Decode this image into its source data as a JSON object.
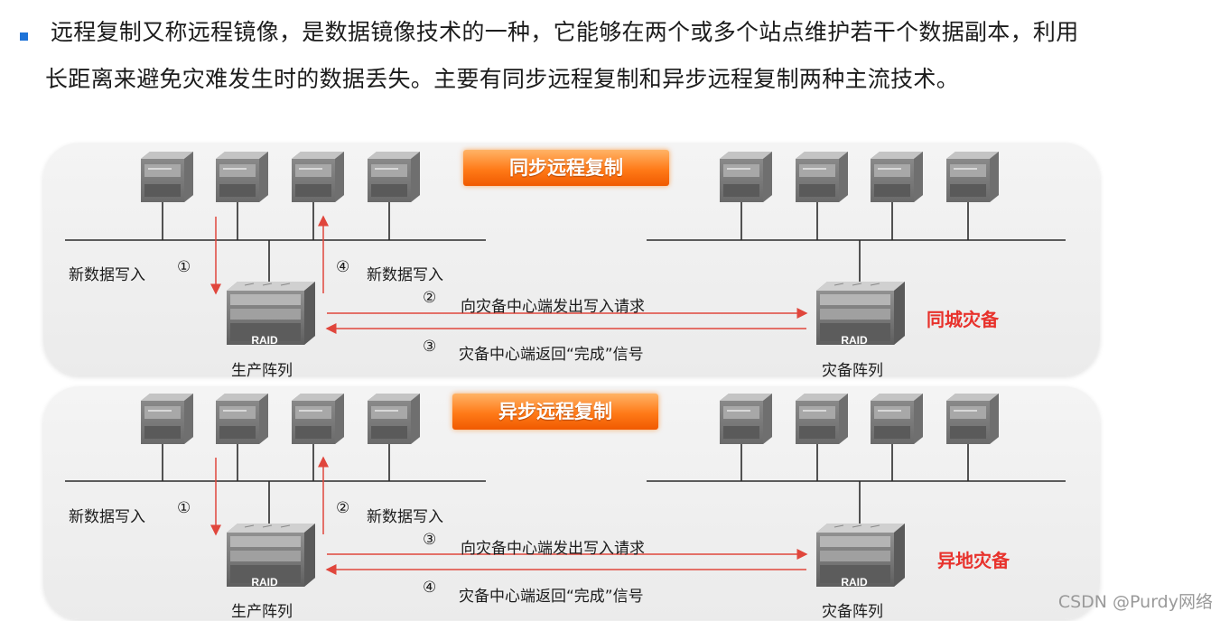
{
  "intro": {
    "line1": "远程复制又称远程镜像，是数据镜像技术的一种，它能够在两个或多个站点维护若干个数据副本，利用",
    "line2": "长距离来避免灾难发生时的数据丢失。主要有同步远程复制和异步远程复制两种主流技术。"
  },
  "sync": {
    "title": "同步远程复制",
    "step1_num": "①",
    "step1_text": "新数据写入",
    "step4_num": "④",
    "step4_text": "新数据写入",
    "step2_num": "②",
    "step2_text": "向灾备中心端发出写入请求",
    "step3_num": "③",
    "step3_text": "灾备中心端返回“完成”信号",
    "prod_array": "生产阵列",
    "dr_array": "灾备阵列",
    "site": "同城灾备"
  },
  "async": {
    "title": "异步远程复制",
    "step1_num": "①",
    "step1_text": "新数据写入",
    "step2_num": "②",
    "step2_text": "新数据写入",
    "step3_num": "③",
    "step3_text": "向灾备中心端发出写入请求",
    "step4_num": "④",
    "step4_text": "灾备中心端返回“完成”信号",
    "prod_array": "生产阵列",
    "dr_array": "灾备阵列",
    "site": "异地灾备"
  },
  "raid_label": "RAID",
  "watermark": "CSDN @Purdy网络",
  "colors": {
    "arrow": "#e0463c",
    "banner": "#ff7a18",
    "site_text": "#e8322c"
  }
}
